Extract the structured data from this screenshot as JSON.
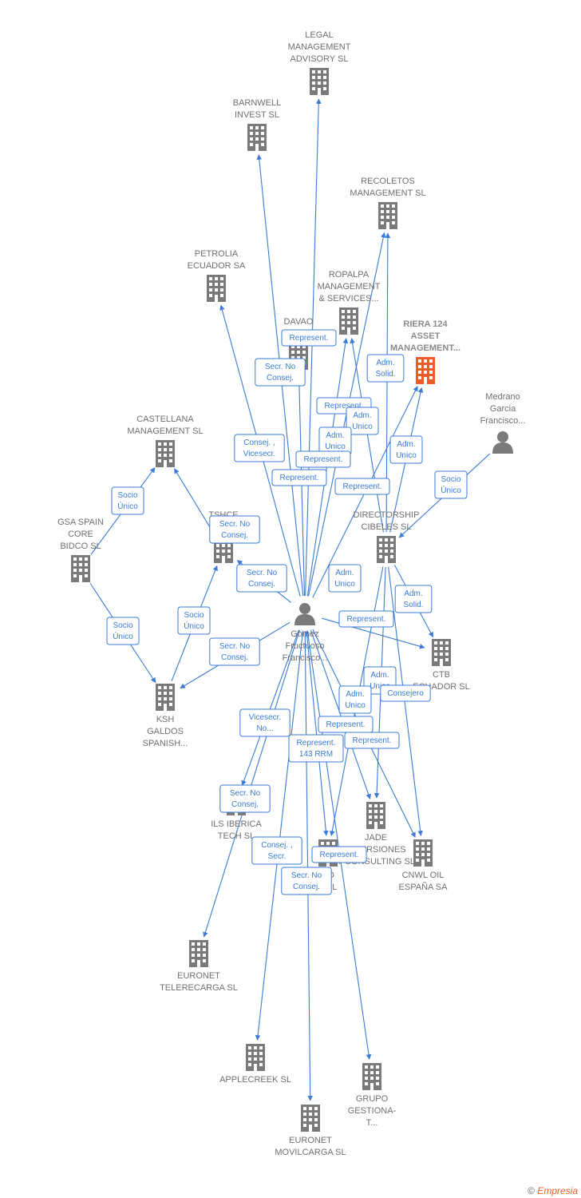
{
  "colors": {
    "edge": "#3a7bd5",
    "building": "#7a7a7a",
    "highlight": "#ef5a2a",
    "person": "#7a7a7a"
  },
  "nodes": [
    {
      "id": "legal",
      "type": "company",
      "lines": [
        "LEGAL",
        "MANAGEMENT",
        "ADVISORY  SL"
      ]
    },
    {
      "id": "barnwell",
      "type": "company",
      "lines": [
        "BARNWELL",
        "INVEST  SL"
      ]
    },
    {
      "id": "recoletos",
      "type": "company",
      "lines": [
        "RECOLETOS",
        "MANAGEMENT SL"
      ]
    },
    {
      "id": "petrolia",
      "type": "company",
      "lines": [
        "PETROLIA",
        "ECUADOR SA"
      ]
    },
    {
      "id": "ropalpa",
      "type": "company",
      "lines": [
        "ROPALPA",
        "MANAGEMENT",
        "& SERVICES..."
      ]
    },
    {
      "id": "davao",
      "type": "company",
      "lines": [
        "DAVAO",
        "INVES"
      ]
    },
    {
      "id": "riera",
      "type": "company",
      "highlight": true,
      "lines": [
        "RIERA 124",
        "ASSET",
        "MANAGEMENT..."
      ]
    },
    {
      "id": "medrano",
      "type": "person",
      "lines": [
        "Medrano",
        "Garcia",
        "Francisco..."
      ]
    },
    {
      "id": "castellana",
      "type": "company",
      "lines": [
        "CASTELLANA",
        "MANAGEMENT SL"
      ]
    },
    {
      "id": "tshce",
      "type": "company",
      "lines": [
        "TSHCE",
        "GA"
      ]
    },
    {
      "id": "gsa",
      "type": "company",
      "lines": [
        "GSA SPAIN",
        "CORE",
        "BIDCO  SL"
      ]
    },
    {
      "id": "directorship",
      "type": "company",
      "lines": [
        "DIRECTORSHIP",
        "CIBELES SL"
      ]
    },
    {
      "id": "gomez",
      "type": "person",
      "lines": [
        "Gomez",
        "Fructuoso",
        "Francisco..."
      ]
    },
    {
      "id": "ctb",
      "type": "company",
      "lines": [
        "CTB",
        "ECUADOR  SL"
      ]
    },
    {
      "id": "ksh",
      "type": "company",
      "lines": [
        "KSH",
        "GALDOS",
        "SPANISH..."
      ]
    },
    {
      "id": "ils",
      "type": "company",
      "lines": [
        "ILS IBERICA",
        "TECH  SL"
      ]
    },
    {
      "id": "jade",
      "type": "company",
      "lines": [
        "JADE",
        "INVERSIONES",
        "Y CONSULTING SL"
      ]
    },
    {
      "id": "cnwl",
      "type": "company",
      "lines": [
        "CNWL OIL",
        "ESPAÑA SA"
      ]
    },
    {
      "id": "ud",
      "type": "company",
      "lines": [
        "UD",
        "8  SL"
      ]
    },
    {
      "id": "euronet_tele",
      "type": "company",
      "lines": [
        "EURONET",
        "TELERECARGA SL"
      ]
    },
    {
      "id": "applecreek",
      "type": "company",
      "lines": [
        "APPLECREEK SL"
      ]
    },
    {
      "id": "grupo",
      "type": "company",
      "lines": [
        "GRUPO",
        "GESTIONA-",
        "T..."
      ]
    },
    {
      "id": "euronet_movil",
      "type": "company",
      "lines": [
        "EURONET",
        "MOVILCARGA SL"
      ]
    }
  ],
  "edges": [
    {
      "from": "gomez",
      "to": "legal"
    },
    {
      "from": "gomez",
      "to": "barnwell"
    },
    {
      "from": "gomez",
      "to": "recoletos"
    },
    {
      "from": "gomez",
      "to": "petrolia"
    },
    {
      "from": "gomez",
      "to": "ropalpa"
    },
    {
      "from": "gomez",
      "to": "davao"
    },
    {
      "from": "gomez",
      "to": "riera"
    },
    {
      "from": "gomez",
      "to": "tshce"
    },
    {
      "from": "gomez",
      "to": "ksh"
    },
    {
      "from": "gomez",
      "to": "ctb"
    },
    {
      "from": "gomez",
      "to": "ils"
    },
    {
      "from": "gomez",
      "to": "jade"
    },
    {
      "from": "gomez",
      "to": "cnwl"
    },
    {
      "from": "gomez",
      "to": "ud"
    },
    {
      "from": "gomez",
      "to": "euronet_tele"
    },
    {
      "from": "gomez",
      "to": "applecreek"
    },
    {
      "from": "gomez",
      "to": "grupo"
    },
    {
      "from": "gomez",
      "to": "euronet_movil"
    },
    {
      "from": "directorship",
      "to": "recoletos"
    },
    {
      "from": "directorship",
      "to": "riera"
    },
    {
      "from": "directorship",
      "to": "ropalpa"
    },
    {
      "from": "directorship",
      "to": "ctb"
    },
    {
      "from": "directorship",
      "to": "jade"
    },
    {
      "from": "directorship",
      "to": "cnwl"
    },
    {
      "from": "directorship",
      "to": "ud"
    },
    {
      "from": "medrano",
      "to": "directorship"
    },
    {
      "from": "gsa",
      "to": "castellana"
    },
    {
      "from": "gsa",
      "to": "ksh"
    },
    {
      "from": "ksh",
      "to": "tshce"
    },
    {
      "from": "tshce",
      "to": "castellana"
    }
  ],
  "edge_labels": [
    {
      "lines": [
        "Represent."
      ]
    },
    {
      "lines": [
        "Adm.",
        "Solid."
      ]
    },
    {
      "lines": [
        "Secr.  No",
        "Consej."
      ]
    },
    {
      "lines": [
        "Represent."
      ]
    },
    {
      "lines": [
        "Adm.",
        "Unico"
      ]
    },
    {
      "lines": [
        "Adm.",
        "Unico"
      ]
    },
    {
      "lines": [
        "Consej. ,",
        "Vicesecr."
      ]
    },
    {
      "lines": [
        "Represent."
      ]
    },
    {
      "lines": [
        "Adm.",
        "Unico"
      ]
    },
    {
      "lines": [
        "Represent."
      ]
    },
    {
      "lines": [
        "Represent."
      ]
    },
    {
      "lines": [
        "Socio",
        "Único"
      ]
    },
    {
      "lines": [
        "Socio",
        "Único"
      ]
    },
    {
      "lines": [
        "Secr.  No",
        "Consej."
      ]
    },
    {
      "lines": [
        "Secr.  No",
        "Consej."
      ]
    },
    {
      "lines": [
        "Adm.",
        "Unico"
      ]
    },
    {
      "lines": [
        "Adm.",
        "Solid."
      ]
    },
    {
      "lines": [
        "Represent."
      ]
    },
    {
      "lines": [
        "Socio",
        "Único"
      ]
    },
    {
      "lines": [
        "Socio",
        "Único"
      ]
    },
    {
      "lines": [
        "Secr.  No",
        "Consej."
      ]
    },
    {
      "lines": [
        "Adm.",
        "Unico"
      ]
    },
    {
      "lines": [
        "Consejero"
      ]
    },
    {
      "lines": [
        "Adm.",
        "Unico"
      ]
    },
    {
      "lines": [
        "Vicesecr.",
        "No..."
      ]
    },
    {
      "lines": [
        "Represent."
      ]
    },
    {
      "lines": [
        "Represent."
      ]
    },
    {
      "lines": [
        "Represent.",
        "143 RRM"
      ]
    },
    {
      "lines": [
        "Secr.  No",
        "Consej."
      ]
    },
    {
      "lines": [
        "Consej. ,",
        "Secr."
      ]
    },
    {
      "lines": [
        "Represent."
      ]
    },
    {
      "lines": [
        "Secr.  No",
        "Consej."
      ]
    }
  ],
  "footer": {
    "copyright": "©",
    "brand": "Empresia"
  }
}
